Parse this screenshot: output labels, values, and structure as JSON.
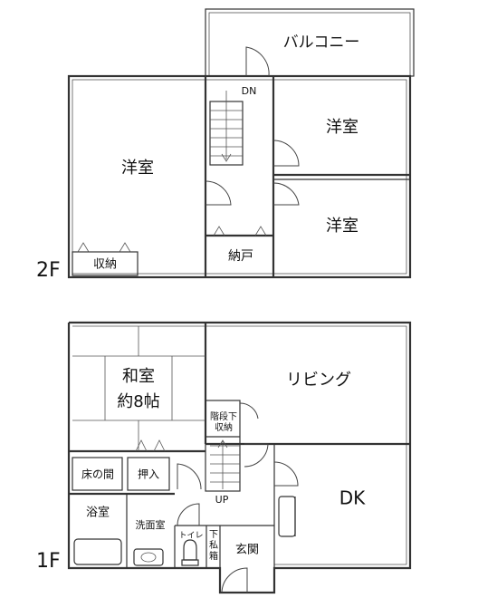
{
  "floors": {
    "second": {
      "label": "2F",
      "rooms": {
        "balcony": "バルコニー",
        "western_left": "洋室",
        "western_top_right": "洋室",
        "western_bottom_right": "洋室",
        "closet": "収納",
        "storage": "納戸"
      },
      "stair_label": "DN"
    },
    "first": {
      "label": "1F",
      "rooms": {
        "japanese_room": "和室",
        "japanese_size": "約8帖",
        "living": "リビング",
        "understair_line1": "階段下",
        "understair_line2": "収納",
        "tokonoma": "床の間",
        "oshiire": "押入",
        "bath": "浴室",
        "washroom": "洗面室",
        "toilet": "トイレ",
        "shoebox_1": "下",
        "shoebox_2": "私",
        "shoebox_3": "箱",
        "entrance": "玄関",
        "dk": "DK"
      },
      "stair_label": "UP"
    }
  }
}
